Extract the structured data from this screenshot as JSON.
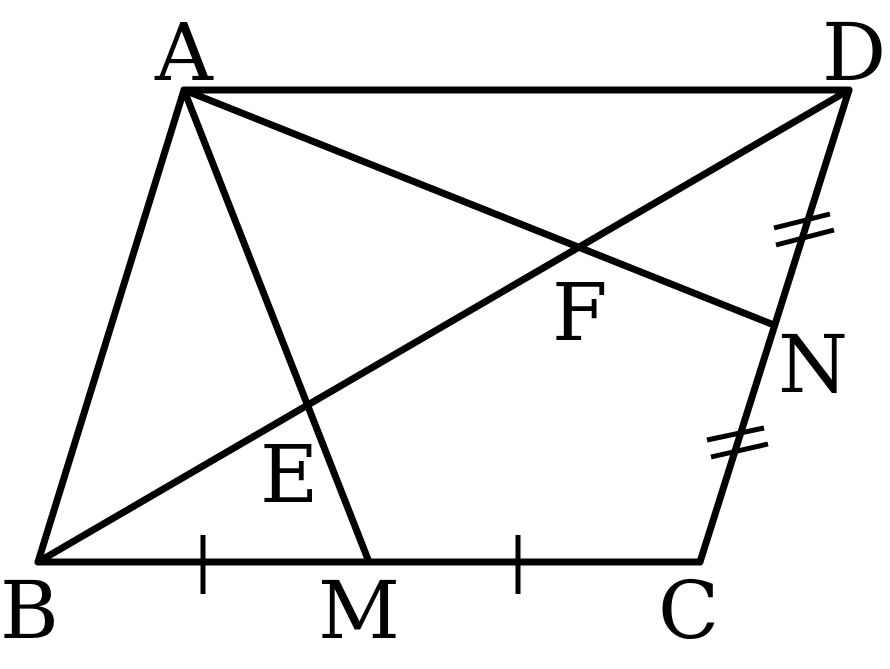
{
  "diagram": {
    "points": {
      "A": "A",
      "B": "B",
      "C": "C",
      "D": "D",
      "M": "M",
      "N": "N",
      "E": "E",
      "F": "F"
    },
    "segments": [
      "AB",
      "BC",
      "CD",
      "DA",
      "AM",
      "AN",
      "BD"
    ],
    "equal_marks": {
      "single": [
        "BM",
        "MC"
      ],
      "double": [
        "CN",
        "ND"
      ]
    },
    "colors": {
      "ink": "#000000",
      "background": "#ffffff"
    }
  }
}
